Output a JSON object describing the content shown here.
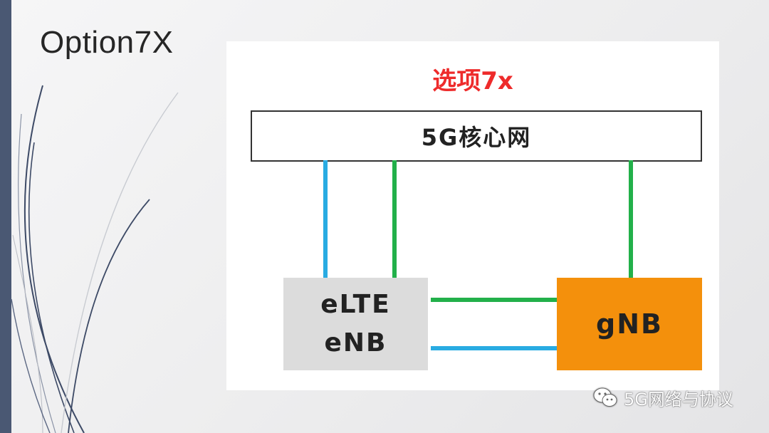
{
  "slide": {
    "title": "Option7X"
  },
  "diagram": {
    "title": "选项7x",
    "core_network": "5G核心网",
    "enb": {
      "line1": "eLTE",
      "line2": "eNB"
    },
    "gnb": "gNB",
    "colors": {
      "title_red": "#ee2b2b",
      "user_plane_blue": "#29abe2",
      "control_plane_green": "#22b04a",
      "gnb_orange": "#f4900c",
      "enb_gray": "#dcdcdc"
    }
  },
  "watermark": {
    "icon": "wechat-icon",
    "text": "5G网络与协议"
  }
}
